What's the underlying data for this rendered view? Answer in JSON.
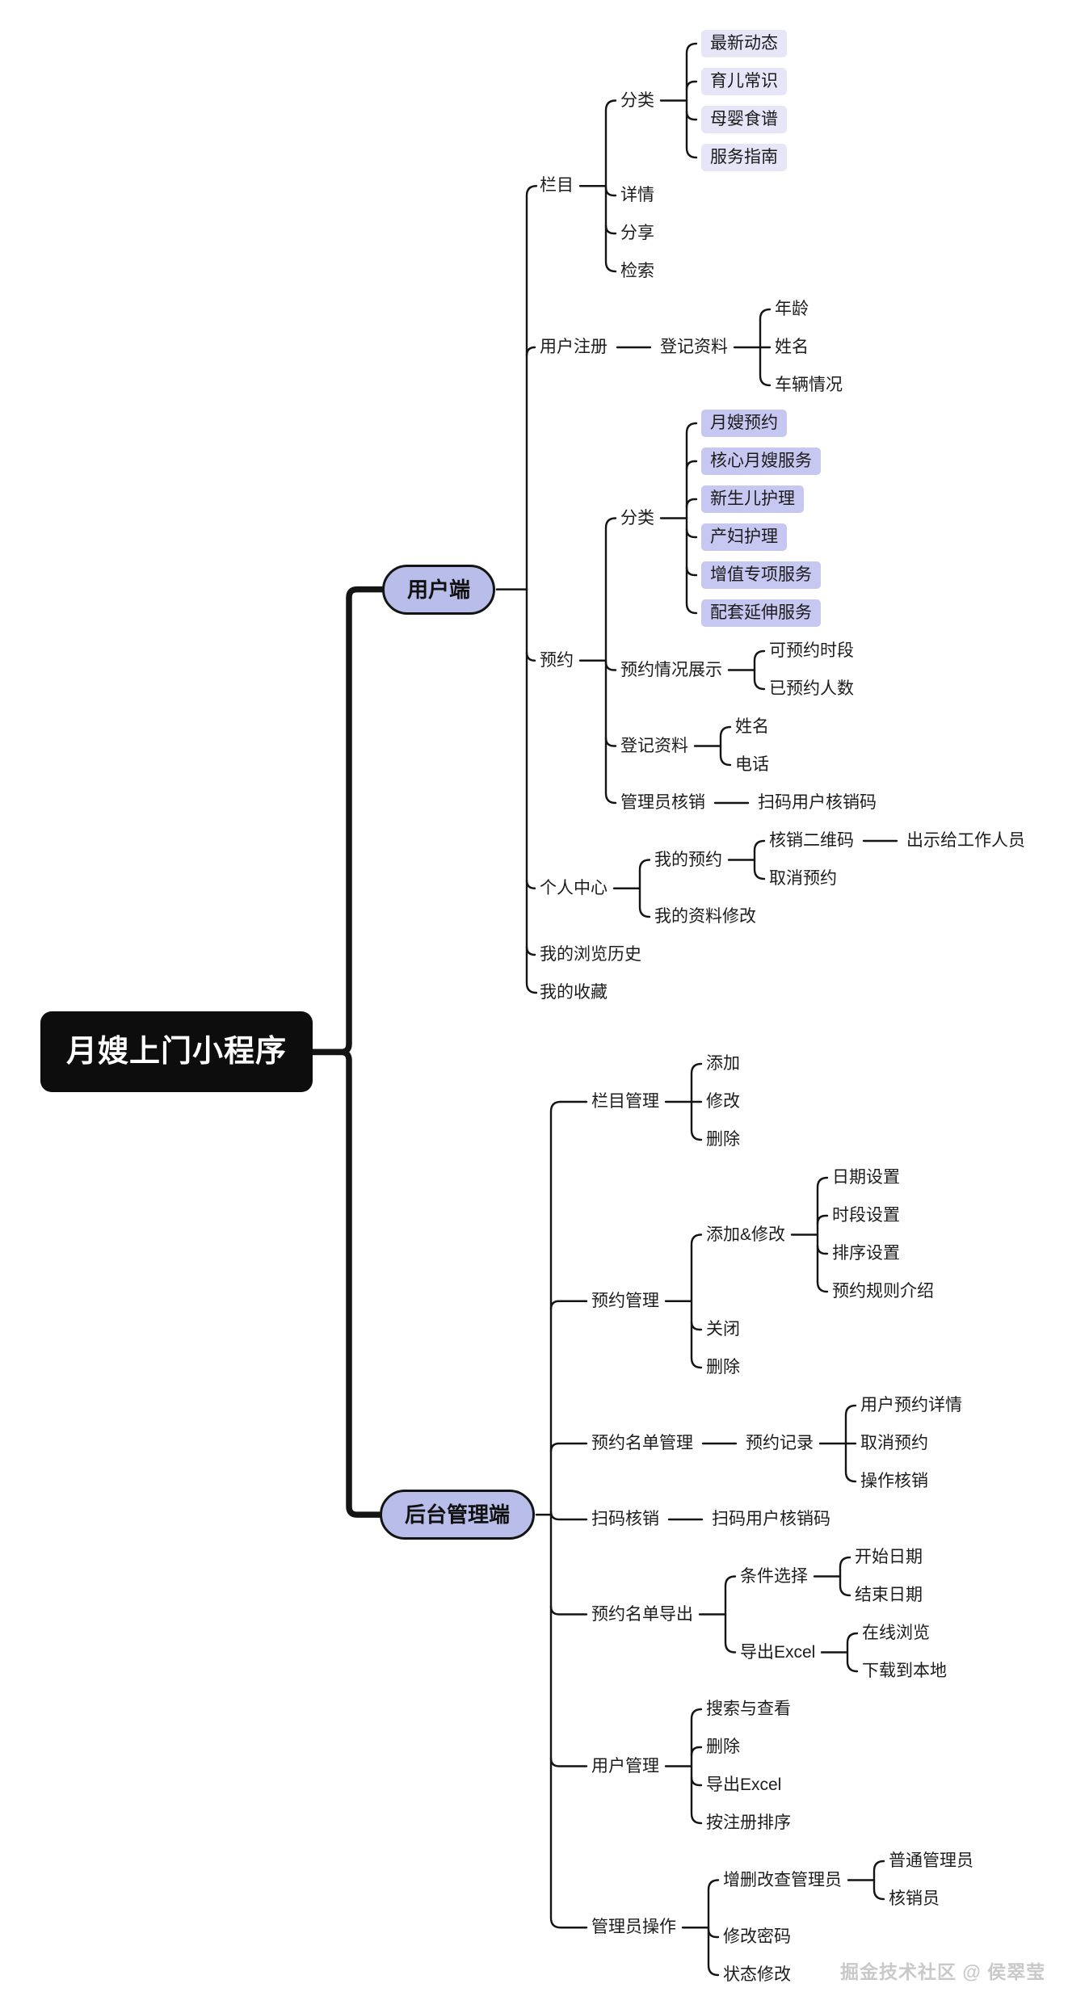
{
  "root": {
    "label": "月嫂上门小程序"
  },
  "watermark": "掘金技术社区 @ 侯翠莹",
  "colors": {
    "root_bg": "#0d0d0d",
    "root_text": "#ffffff",
    "branch_pill_bg": "#b9bde9",
    "box_light": "#e6e6f8",
    "box_mid": "#c7c8f2",
    "line": "#141414",
    "text": "#1c1c1c",
    "watermark_text": "#c9c9c9"
  },
  "branches": [
    {
      "label": "用户端",
      "children": [
        {
          "label": "栏目",
          "children": [
            {
              "label": "分类",
              "children": [
                {
                  "label": "最新动态",
                  "style": "box-light"
                },
                {
                  "label": "育儿常识",
                  "style": "box-light"
                },
                {
                  "label": "母婴食谱",
                  "style": "box-light"
                },
                {
                  "label": "服务指南",
                  "style": "box-light"
                }
              ]
            },
            {
              "label": "详情"
            },
            {
              "label": "分享"
            },
            {
              "label": "检索"
            }
          ]
        },
        {
          "label": "用户注册",
          "children": [
            {
              "label": "登记资料",
              "children": [
                {
                  "label": "年龄"
                },
                {
                  "label": "姓名"
                },
                {
                  "label": "车辆情况"
                }
              ]
            }
          ]
        },
        {
          "label": "预约",
          "children": [
            {
              "label": "分类",
              "children": [
                {
                  "label": "月嫂预约",
                  "style": "box-mid"
                },
                {
                  "label": "核心月嫂服务",
                  "style": "box-mid"
                },
                {
                  "label": "新生儿护理",
                  "style": "box-mid"
                },
                {
                  "label": "产妇护理",
                  "style": "box-mid"
                },
                {
                  "label": "增值专项服务",
                  "style": "box-mid"
                },
                {
                  "label": "配套延伸服务",
                  "style": "box-mid"
                }
              ]
            },
            {
              "label": "预约情况展示",
              "children": [
                {
                  "label": "可预约时段"
                },
                {
                  "label": "已预约人数"
                }
              ]
            },
            {
              "label": "登记资料",
              "children": [
                {
                  "label": "姓名"
                },
                {
                  "label": "电话"
                }
              ]
            },
            {
              "label": "管理员核销",
              "children": [
                {
                  "label": "扫码用户核销码"
                }
              ]
            }
          ]
        },
        {
          "label": "个人中心",
          "children": [
            {
              "label": "我的预约",
              "children": [
                {
                  "label": "核销二维码",
                  "children": [
                    {
                      "label": "出示给工作人员"
                    }
                  ]
                },
                {
                  "label": "取消预约"
                }
              ]
            },
            {
              "label": "我的资料修改"
            }
          ]
        },
        {
          "label": "我的浏览历史"
        },
        {
          "label": "我的收藏"
        }
      ]
    },
    {
      "label": "后台管理端",
      "children": [
        {
          "label": "栏目管理",
          "children": [
            {
              "label": "添加"
            },
            {
              "label": "修改"
            },
            {
              "label": "删除"
            }
          ]
        },
        {
          "label": "预约管理",
          "children": [
            {
              "label": "添加&修改",
              "children": [
                {
                  "label": "日期设置"
                },
                {
                  "label": "时段设置"
                },
                {
                  "label": "排序设置"
                },
                {
                  "label": "预约规则介绍"
                }
              ]
            },
            {
              "label": "关闭"
            },
            {
              "label": "删除"
            }
          ]
        },
        {
          "label": "预约名单管理",
          "children": [
            {
              "label": "预约记录",
              "children": [
                {
                  "label": "用户预约详情"
                },
                {
                  "label": "取消预约"
                },
                {
                  "label": "操作核销"
                }
              ]
            }
          ]
        },
        {
          "label": "扫码核销",
          "children": [
            {
              "label": "扫码用户核销码"
            }
          ]
        },
        {
          "label": "预约名单导出",
          "children": [
            {
              "label": "条件选择",
              "children": [
                {
                  "label": "开始日期"
                },
                {
                  "label": "结束日期"
                }
              ]
            },
            {
              "label": "导出Excel",
              "children": [
                {
                  "label": "在线浏览"
                },
                {
                  "label": "下载到本地"
                }
              ]
            }
          ]
        },
        {
          "label": "用户管理",
          "children": [
            {
              "label": "搜索与查看"
            },
            {
              "label": "删除"
            },
            {
              "label": "导出Excel"
            },
            {
              "label": "按注册排序"
            }
          ]
        },
        {
          "label": "管理员操作",
          "children": [
            {
              "label": "增删改查管理员",
              "children": [
                {
                  "label": "普通管理员"
                },
                {
                  "label": "核销员"
                }
              ]
            },
            {
              "label": "修改密码"
            },
            {
              "label": "状态修改"
            }
          ]
        }
      ]
    }
  ]
}
